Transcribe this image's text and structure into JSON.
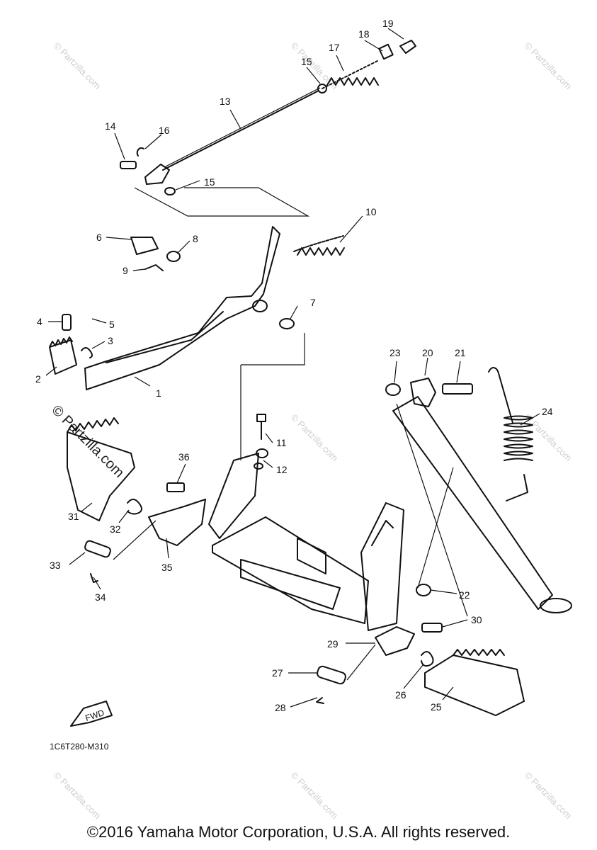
{
  "callouts": [
    {
      "n": "1"
    },
    {
      "n": "2"
    },
    {
      "n": "3"
    },
    {
      "n": "4"
    },
    {
      "n": "5"
    },
    {
      "n": "6"
    },
    {
      "n": "7"
    },
    {
      "n": "8"
    },
    {
      "n": "9"
    },
    {
      "n": "10"
    },
    {
      "n": "11"
    },
    {
      "n": "12"
    },
    {
      "n": "13"
    },
    {
      "n": "14"
    },
    {
      "n": "15"
    },
    {
      "n": "15"
    },
    {
      "n": "16"
    },
    {
      "n": "17"
    },
    {
      "n": "18"
    },
    {
      "n": "19"
    },
    {
      "n": "20"
    },
    {
      "n": "21"
    },
    {
      "n": "22"
    },
    {
      "n": "23"
    },
    {
      "n": "24"
    },
    {
      "n": "25"
    },
    {
      "n": "26"
    },
    {
      "n": "27"
    },
    {
      "n": "28"
    },
    {
      "n": "29"
    },
    {
      "n": "30"
    },
    {
      "n": "31"
    },
    {
      "n": "32"
    },
    {
      "n": "33"
    },
    {
      "n": "34"
    },
    {
      "n": "35"
    },
    {
      "n": "36"
    }
  ],
  "diagram_code": "1C6T280-M310",
  "fwd_label": "FWD",
  "watermark": "© Partzilla.com",
  "watermark_small": "© Partzilla.com",
  "copyright": "©2016 Yamaha Motor Corporation, U.S.A. All rights reserved."
}
